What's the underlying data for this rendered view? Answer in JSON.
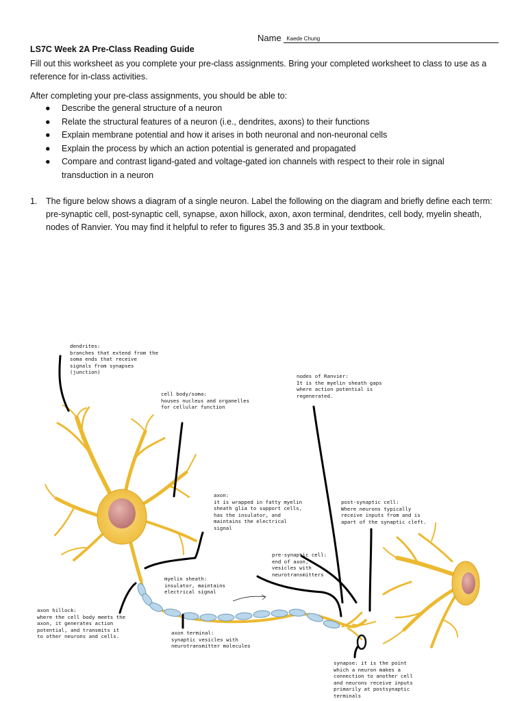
{
  "header": {
    "name_label": "Name",
    "name_value": "Kaede Chung",
    "title": "LS7C Week 2A Pre-Class Reading Guide"
  },
  "intro": "Fill out this worksheet as you complete your pre-class assignments. Bring your completed worksheet to class to use as a reference for in-class activities.",
  "objectives_intro": "After completing your pre-class assignments, you should be able to:",
  "objectives": [
    "Describe the general structure of a neuron",
    "Relate the structural features of a neuron (i.e., dendrites, axons) to their functions",
    "Explain membrane potential and how it arises in both neuronal and non-neuronal cells",
    "Explain the process by which an action potential is generated and propagated",
    "Compare and contrast ligand-gated and voltage-gated ion channels with respect to their role in signal transduction in a neuron"
  ],
  "question": {
    "number": "1.",
    "text": "The figure below shows a diagram of a single neuron. Label the following on the diagram and briefly define each term: pre-synaptic cell, post-synaptic cell, synapse, axon hillock, axon, axon terminal, dendrites, cell body, myelin sheath, nodes of Ranvier. You may find it helpful to refer to figures 35.3 and 35.8 in your textbook."
  },
  "annotations": {
    "dendrites": "dendrites:\nbranches that extend from the\nsoma ends that receive\nsignals from synapses\n(junction)",
    "cell_body": "cell body/soma:\nhouses nucleus and organelles\nfor cellular function",
    "nodes_of_ranvier": "nodes of Ranvier:\nIt is the myelin sheath gaps\nwhere action potential is\nregenerated.",
    "axon": "axon:\nit is wrapped in fatty myelin\nsheath glia to support cells,\nhas the insulator, and\nmaintains the electrical\nsignal",
    "post_synaptic_cell": "post-synaptic cell:\nWhere neurons typically\nreceive inputs from and is\napart of the synaptic cleft.",
    "pre_synaptic_cell": "pre-synaptic cell:\nend of axon,\nvesicles with\nneurotransmitters",
    "myelin_sheath": "myelin sheath:\ninsulator, maintains\nelectrical signal",
    "axon_hillock": "axon hillock:\nwhere the cell body meets the\naxon, it generates action\npotential, and transmits it\nto other neurons and cells.",
    "axon_terminal": "axon terminal:\nsynaptic vesicles with\nneurotransmitter molecules",
    "synapse": "synapse: it is the point\nwhich a neuron makes a\nconnection to another cell\nand neurons receive inputs\nprimarily at postsynaptic\nterminals"
  },
  "colors": {
    "neuron_fill": "#f3c64a",
    "neuron_stroke": "#d9a21c",
    "nucleus": "#cf8a86",
    "myelin_fill": "#b9d6ea",
    "myelin_stroke": "#6f9cbd"
  }
}
